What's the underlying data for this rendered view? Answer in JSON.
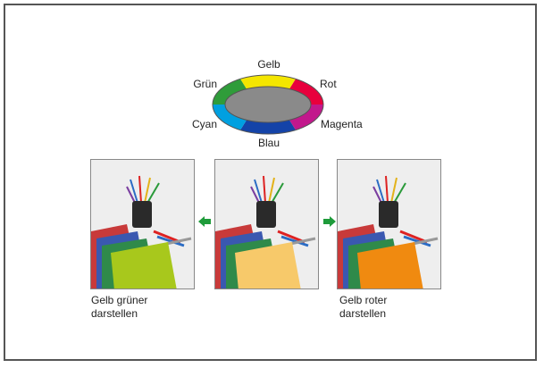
{
  "color_wheel": {
    "labels": {
      "top": "Gelb",
      "top_right": "Rot",
      "bottom_right": "Magenta",
      "bottom": "Blau",
      "bottom_left": "Cyan",
      "top_left": "Grün"
    },
    "segment_colors": [
      "#f4e600",
      "#e8003d",
      "#c2188c",
      "#1443a8",
      "#00a0e0",
      "#2f9c3a"
    ],
    "center_color": "#8a8a8a"
  },
  "images": [
    {
      "id": "left",
      "folder_color": "#a8c81c"
    },
    {
      "id": "center",
      "folder_color": "#f7c96a"
    },
    {
      "id": "right",
      "folder_color": "#f08a10"
    }
  ],
  "arrows": {
    "color": "#1e9b3a"
  },
  "captions": {
    "left": [
      "Gelb grüner",
      "darstellen"
    ],
    "right": [
      "Gelb roter",
      "darstellen"
    ]
  }
}
